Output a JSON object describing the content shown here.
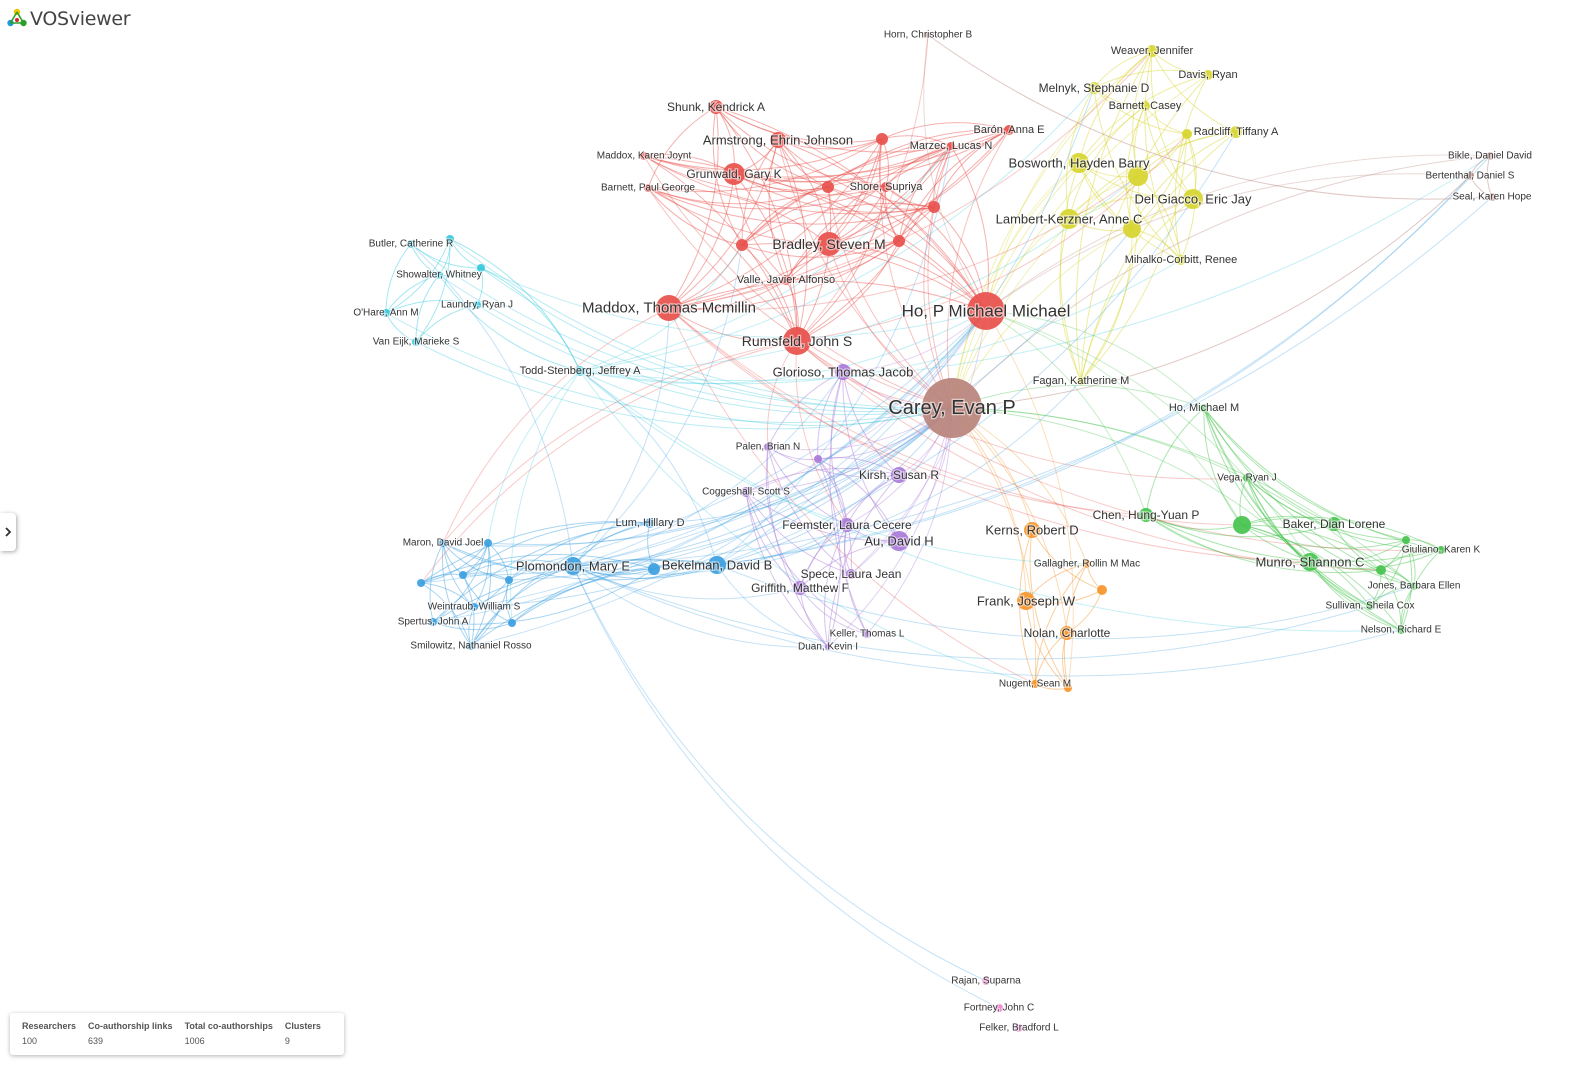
{
  "app": {
    "title": "VOSviewer",
    "logo_icon": "vosviewer-logo-icon",
    "logo_colors": [
      "#2ca02c",
      "#1f9bd7",
      "#f2c500",
      "#d62728"
    ]
  },
  "clusters": [
    {
      "id": 1,
      "color": "#e8504c"
    },
    {
      "id": 2,
      "color": "#d7d52f"
    },
    {
      "id": 3,
      "color": "#3c9fe0"
    },
    {
      "id": 4,
      "color": "#46c34e"
    },
    {
      "id": 5,
      "color": "#a979d8"
    },
    {
      "id": 6,
      "color": "#36c9dd"
    },
    {
      "id": 7,
      "color": "#f6952b"
    },
    {
      "id": 8,
      "color": "#b9847c"
    },
    {
      "id": 9,
      "color": "#f07fd0"
    }
  ],
  "nodes": [
    {
      "label": "Carey, Evan P",
      "cluster": 8
    },
    {
      "label": "Ho, P Michael Michael",
      "cluster": 1
    },
    {
      "label": "Maddox, Thomas Mcmillin",
      "cluster": 1
    },
    {
      "label": "Rumsfeld, John S",
      "cluster": 1
    },
    {
      "label": "Bradley, Steven M",
      "cluster": 1
    },
    {
      "label": "Grunwald, Gary K",
      "cluster": 1
    },
    {
      "label": "Armstrong, Ehrin Johnson",
      "cluster": 1
    },
    {
      "label": "Shunk, Kendrick A",
      "cluster": 1
    },
    {
      "label": "Maddox, Karen Joynt",
      "cluster": 1
    },
    {
      "label": "Barnett, Paul George",
      "cluster": 1
    },
    {
      "label": "Barón, Anna E",
      "cluster": 1
    },
    {
      "label": "Marzec, Lucas N",
      "cluster": 1
    },
    {
      "label": "Shore, Supriya",
      "cluster": 1
    },
    {
      "label": "Valle, Javier Alfonso",
      "cluster": 1
    },
    {
      "label": "",
      "cluster": 1
    },
    {
      "label": "",
      "cluster": 1
    },
    {
      "label": "",
      "cluster": 1
    },
    {
      "label": "",
      "cluster": 1
    },
    {
      "label": "",
      "cluster": 1
    },
    {
      "label": "Horn, Christopher B",
      "cluster": 8
    },
    {
      "label": "Weaver, Jennifer",
      "cluster": 2
    },
    {
      "label": "Davis, Ryan",
      "cluster": 2
    },
    {
      "label": "Melnyk, Stephanie D",
      "cluster": 2
    },
    {
      "label": "Barnett, Casey",
      "cluster": 2
    },
    {
      "label": "Radcliff, Tiffany A",
      "cluster": 2
    },
    {
      "label": "Bosworth, Hayden Barry",
      "cluster": 2
    },
    {
      "label": "Del Giacco, Eric Jay",
      "cluster": 2
    },
    {
      "label": "Lambert-Kerzner, Anne C",
      "cluster": 2
    },
    {
      "label": "Mihalko-Corbitt, Renee",
      "cluster": 2
    },
    {
      "label": "Fagan, Katherine M",
      "cluster": 2
    },
    {
      "label": "",
      "cluster": 2
    },
    {
      "label": "",
      "cluster": 2
    },
    {
      "label": "",
      "cluster": 2
    },
    {
      "label": "Bikle, Daniel David",
      "cluster": 8
    },
    {
      "label": "Bertenthal, Daniel S",
      "cluster": 8
    },
    {
      "label": "Seal, Karen Hope",
      "cluster": 8
    },
    {
      "label": "Butler, Catherine R",
      "cluster": 6
    },
    {
      "label": "Showalter, Whitney",
      "cluster": 6
    },
    {
      "label": "Laundry, Ryan J",
      "cluster": 6
    },
    {
      "label": "O'Hare, Ann M",
      "cluster": 6
    },
    {
      "label": "Van Eijk, Marieke S",
      "cluster": 6
    },
    {
      "label": "Todd-Stenberg, Jeffrey A",
      "cluster": 6
    },
    {
      "label": "",
      "cluster": 6
    },
    {
      "label": "",
      "cluster": 6
    },
    {
      "label": "Glorioso, Thomas Jacob",
      "cluster": 5
    },
    {
      "label": "Palen, Brian N",
      "cluster": 5
    },
    {
      "label": "Kirsh, Susan R",
      "cluster": 5
    },
    {
      "label": "Coggeshall, Scott S",
      "cluster": 5
    },
    {
      "label": "Feemster, Laura Cecere",
      "cluster": 5
    },
    {
      "label": "Au, David H",
      "cluster": 5
    },
    {
      "label": "Spece, Laura Jean",
      "cluster": 5
    },
    {
      "label": "Griffith, Matthew F",
      "cluster": 5
    },
    {
      "label": "Keller, Thomas L",
      "cluster": 5
    },
    {
      "label": "Duan, Kevin I",
      "cluster": 5
    },
    {
      "label": "",
      "cluster": 5
    },
    {
      "label": "Lum, Hillary D",
      "cluster": 3
    },
    {
      "label": "Maron, David Joel",
      "cluster": 3
    },
    {
      "label": "Plomondon, Mary E",
      "cluster": 3
    },
    {
      "label": "Bekelman, David B",
      "cluster": 3
    },
    {
      "label": "Weintraub, William S",
      "cluster": 3
    },
    {
      "label": "Spertus, John A",
      "cluster": 3
    },
    {
      "label": "Smilowitz, Nathaniel Rosso",
      "cluster": 3
    },
    {
      "label": "",
      "cluster": 3
    },
    {
      "label": "",
      "cluster": 3
    },
    {
      "label": "",
      "cluster": 3
    },
    {
      "label": "",
      "cluster": 3
    },
    {
      "label": "",
      "cluster": 3
    },
    {
      "label": "",
      "cluster": 3
    },
    {
      "label": "Kerns, Robert D",
      "cluster": 7
    },
    {
      "label": "Gallagher, Rollin M Mac",
      "cluster": 7
    },
    {
      "label": "Frank, Joseph W",
      "cluster": 7
    },
    {
      "label": "Nolan, Charlotte",
      "cluster": 7
    },
    {
      "label": "Nugent, Sean M",
      "cluster": 7
    },
    {
      "label": "",
      "cluster": 7
    },
    {
      "label": "",
      "cluster": 7
    },
    {
      "label": "Ho, Michael M",
      "cluster": 4
    },
    {
      "label": "Vega, Ryan J",
      "cluster": 4
    },
    {
      "label": "Chen, Hung-Yuan P",
      "cluster": 4
    },
    {
      "label": "Baker, Dian Lorene",
      "cluster": 4
    },
    {
      "label": "Munro, Shannon C",
      "cluster": 4
    },
    {
      "label": "Giuliano, Karen K",
      "cluster": 4
    },
    {
      "label": "Jones, Barbara Ellen",
      "cluster": 4
    },
    {
      "label": "Sullivan, Sheila Cox",
      "cluster": 4
    },
    {
      "label": "Nelson, Richard E",
      "cluster": 4
    },
    {
      "label": "",
      "cluster": 4
    },
    {
      "label": "",
      "cluster": 4
    },
    {
      "label": "",
      "cluster": 4
    },
    {
      "label": "Rajan, Suparna",
      "cluster": 9
    },
    {
      "label": "Fortney, John C",
      "cluster": 9
    },
    {
      "label": "Felker, Bradford L",
      "cluster": 9
    }
  ],
  "stats": [
    {
      "label": "Researchers",
      "value": "100"
    },
    {
      "label": "Co-authorship links",
      "value": "639"
    },
    {
      "label": "Total co-authorships",
      "value": "1006"
    },
    {
      "label": "Clusters",
      "value": "9"
    }
  ],
  "panel_toggle_icon": "chevron-right-icon"
}
